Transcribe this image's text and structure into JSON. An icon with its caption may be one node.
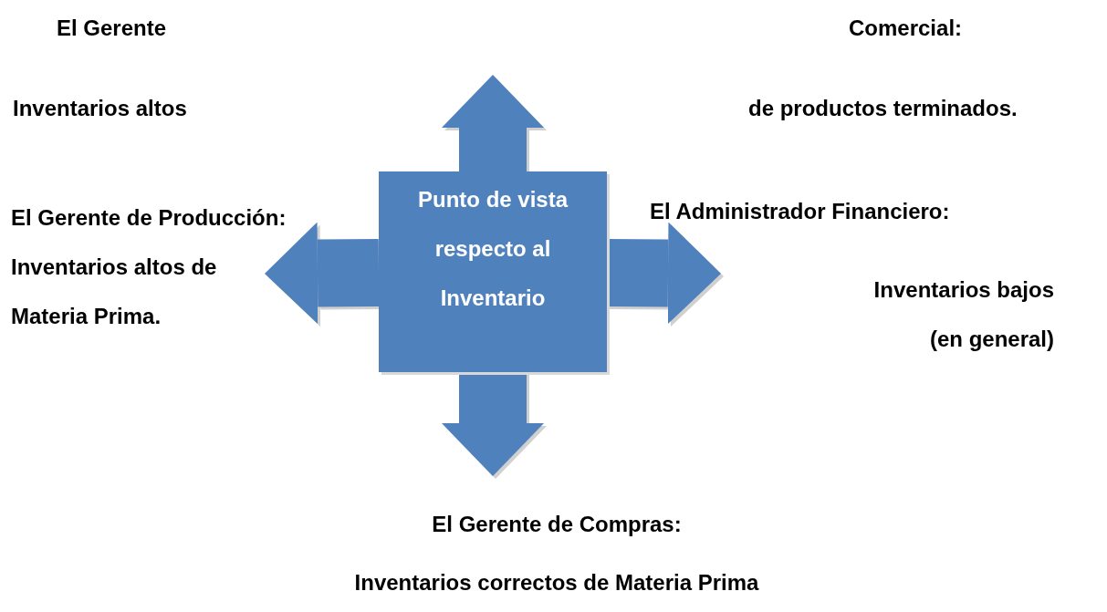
{
  "diagram": {
    "nodes": [
      {
        "text": [
          "Punto de vista respecto al Inventario"
        ]
      },
      {
        "text": [
          "El Gerente",
          "Comercial:",
          "Inventarios altos",
          "de productos terminados."
        ]
      },
      {
        "text": [
          "El Gerente de Producción:",
          "Inventarios altos de Materia Prima."
        ]
      },
      {
        "text": [
          "El Administrador Financiero:",
          "Inventarios bajos (en general)"
        ]
      },
      {
        "text": [
          "El Gerente de Compras:",
          "Inventarios correctos de Materia Prima"
        ]
      }
    ],
    "edges": [
      {
        "from": 0,
        "to": 1,
        "arrow": "to"
      },
      {
        "from": 0,
        "to": 2,
        "arrow": "to"
      },
      {
        "from": 0,
        "to": 3,
        "arrow": "to"
      },
      {
        "from": 0,
        "to": 4,
        "arrow": "to"
      }
    ]
  }
}
